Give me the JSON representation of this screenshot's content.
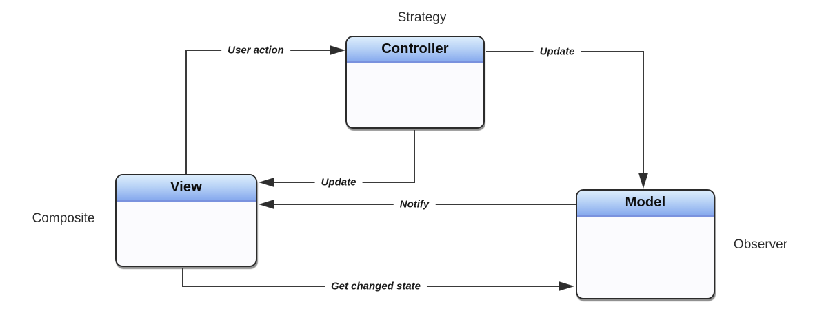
{
  "boxes": {
    "controller": {
      "title": "Controller",
      "pattern": "Strategy"
    },
    "view": {
      "title": "View",
      "pattern": "Composite"
    },
    "model": {
      "title": "Model",
      "pattern": "Observer"
    }
  },
  "arrows": {
    "user_action": "User action",
    "update_to_model": "Update",
    "update_to_view": "Update",
    "notify": "Notify",
    "get_changed_state": "Get changed state"
  },
  "colors": {
    "header_gradient_top": "#dcedfc",
    "header_gradient_bottom": "#88abee",
    "header_underline": "#7a92de",
    "box_border": "#2b2b2b",
    "box_body_fill": "#fbfbfe",
    "line": "#3a3a3a",
    "label_text": "#1c1c1c"
  }
}
